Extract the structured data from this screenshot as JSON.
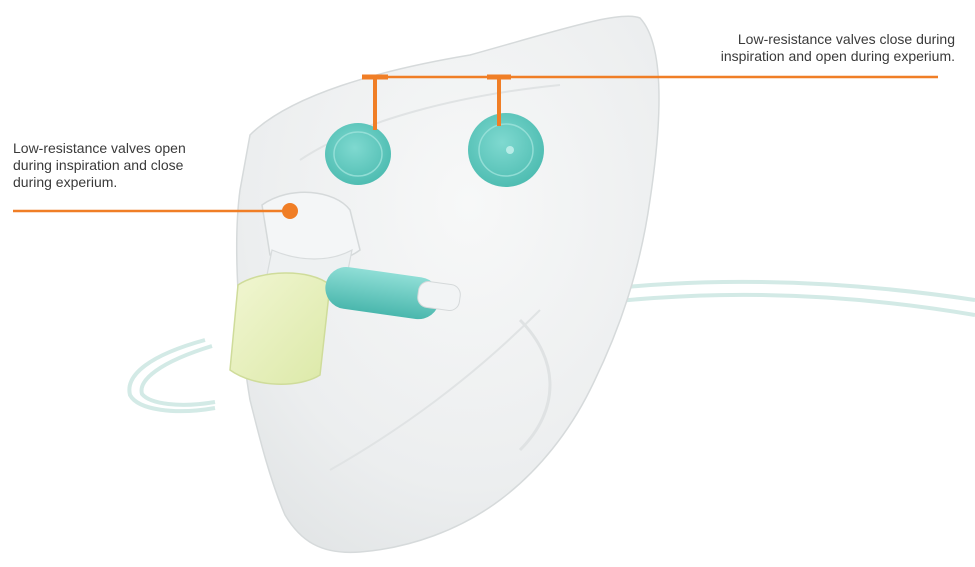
{
  "annotations": {
    "left": {
      "lines": [
        "Low-resistance valves open",
        "during inspiration and close",
        "during experium."
      ]
    },
    "right": {
      "lines": [
        "Low-resistance valves close during",
        "inspiration and open during experium."
      ]
    }
  },
  "colors": {
    "leader": "#f07e26",
    "valve": "#5ec9bf",
    "mask": "#eef1f2",
    "filter": "#e6f0b8",
    "text": "#3a3a3a"
  },
  "icons": {
    "mask": "oxygen-mask-illustration"
  }
}
